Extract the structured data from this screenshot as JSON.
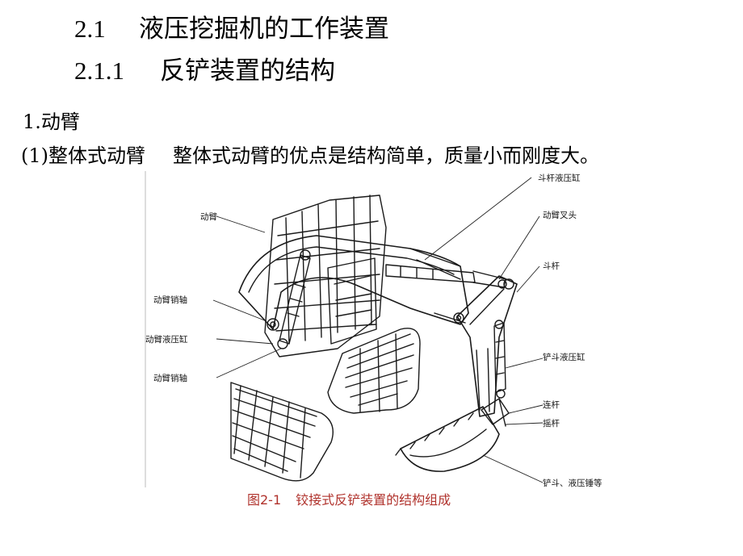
{
  "heading1": {
    "number": "2.1",
    "text": "液压挖掘机的工作装置"
  },
  "heading2": {
    "number": "2.1.1",
    "text": "反铲装置的结构"
  },
  "section": {
    "label": "1.动臂"
  },
  "paragraph": {
    "lead": "(1)整体式动臂",
    "body": "整体式动臂的优点是结构简单，质量小而刚度大。"
  },
  "figure": {
    "labels": {
      "boom": "动臂",
      "boom_pin_upper": "动臂销轴",
      "boom_cylinder": "动臂液压缸",
      "boom_pin_lower": "动臂销轴",
      "arm_cylinder": "斗杆液压缸",
      "boom_fork_head": "动臂叉头",
      "arm": "斗杆",
      "bucket_cylinder": "铲斗液压缸",
      "connecting_rod": "连杆",
      "rocker": "摇杆",
      "bucket_etc": "铲斗、液压锤等"
    },
    "caption_number": "图2-1",
    "caption_text": "铰接式反铲装置的结构组成",
    "caption_color": "#b0322c"
  }
}
